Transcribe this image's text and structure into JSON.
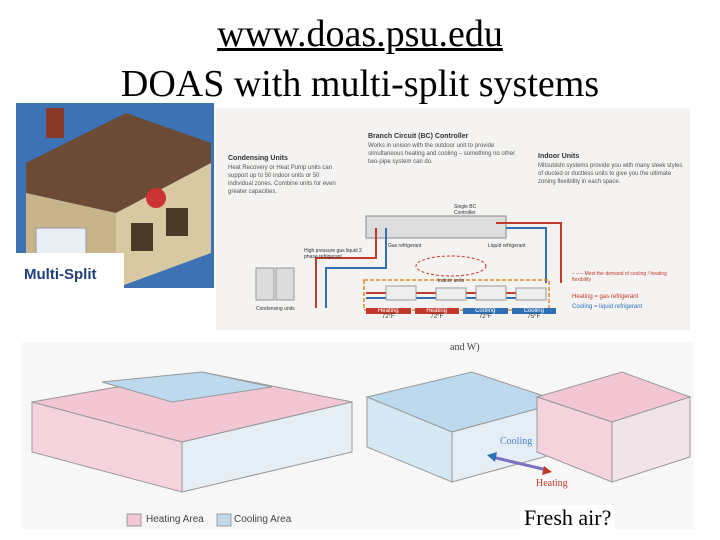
{
  "slide": {
    "url_title": "www.doas.psu.edu",
    "heading": "DOAS with multi-split systems",
    "caption": "Fresh air?"
  },
  "house_panel": {
    "badge": "Multi-Split",
    "colors": {
      "roof": "#6b4a36",
      "wall": "#d9c9a3",
      "sky": "#3c6fb0"
    }
  },
  "schematic": {
    "condensing_title": "Condensing Units",
    "condensing_text": "Heat Recovery or Heat Pump units can support up to 50 indoor units or 50 individual zones. Combine units for even greater capacities.",
    "bc_title": "Branch Circuit (BC) Controller",
    "bc_text": "Works in unison with the outdoor unit to provide simultaneous heating and cooling – something no other two-pipe system can do.",
    "indoor_title": "Indoor Units",
    "indoor_text": "Mitsubishi systems provide you with many sleek styles of ducted or ductless units to give you the ultimate zoning flexibility in each space.",
    "bc_label": "Single BC Controller",
    "gas_label": "Gas refrigerant",
    "liquid_label": "Liquid refrigerant",
    "pressure_label": "High pressure gas liquid 2 phase refrigerant",
    "cond_caption": "Condensing units",
    "indoor_caption": "Indoor units",
    "meet_demand": "– – – Meet the demand of cooling / heating flexibility",
    "legend_heating": "Heating = gas refrigerant",
    "legend_cooling": "Cooling = liquid refrigerant",
    "modes": [
      {
        "label": "Heating",
        "temp": "72°F",
        "color": "#c0392b"
      },
      {
        "label": "Heating",
        "temp": "72°F",
        "color": "#c0392b"
      },
      {
        "label": "Cooling",
        "temp": "72°F",
        "color": "#2e6fb5"
      },
      {
        "label": "Cooling",
        "temp": "75°F",
        "color": "#2e6fb5"
      }
    ]
  },
  "floorplans": {
    "top_text": "and W)",
    "cooling": "Cooling",
    "heating": "Heating",
    "legend_heating_area": "Heating Area",
    "legend_cooling_area": "Cooling Area",
    "colors": {
      "heating": "#f3c6d3",
      "cooling": "#bcd9ee"
    }
  }
}
